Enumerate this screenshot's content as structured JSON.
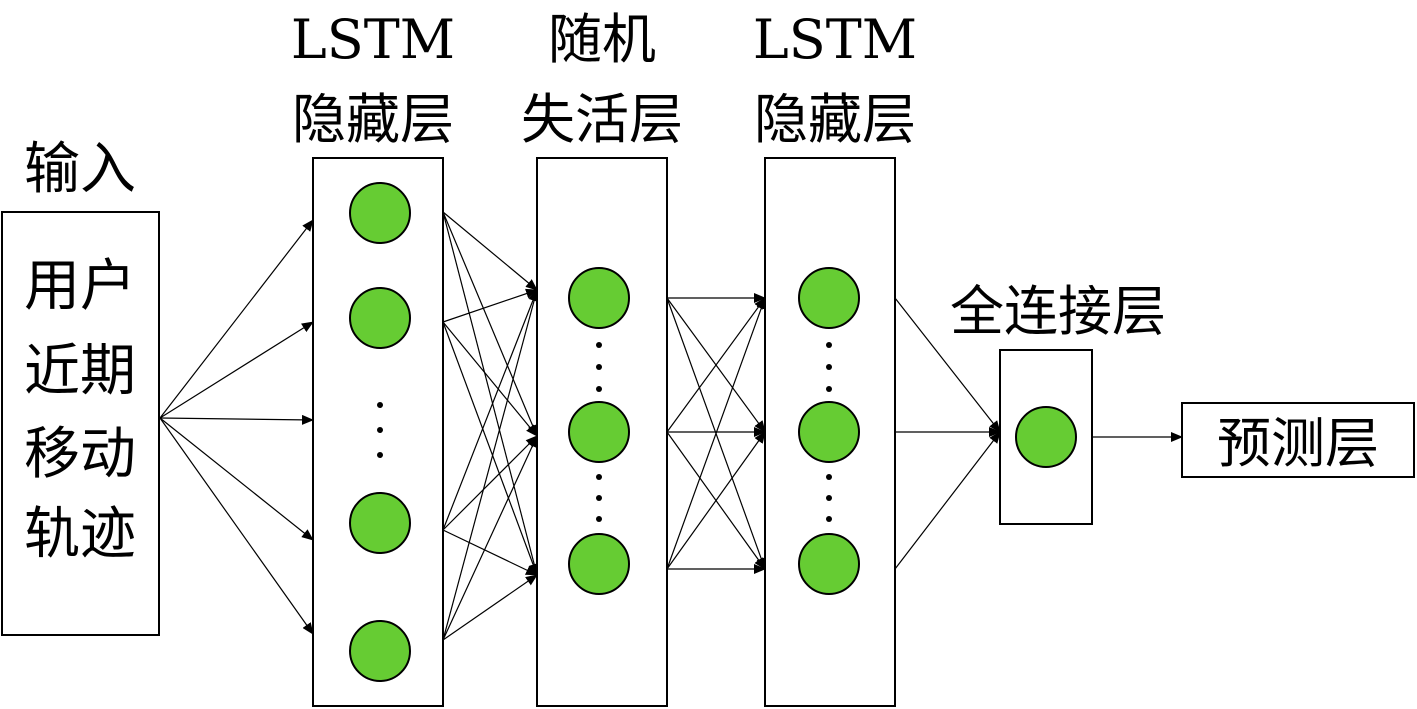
{
  "labels": {
    "input_title": "输入",
    "input_box": [
      "用户",
      "近期",
      "移动",
      "轨迹"
    ],
    "lstm1_title": [
      "LSTM",
      "隐藏层"
    ],
    "dropout_title": [
      "随机",
      "失活层"
    ],
    "lstm2_title": [
      "LSTM",
      "隐藏层"
    ],
    "dense_title": "全连接层",
    "output_box": "预测层"
  },
  "colors": {
    "node_fill": "#66cc33",
    "stroke": "#000000",
    "background": "#ffffff"
  }
}
